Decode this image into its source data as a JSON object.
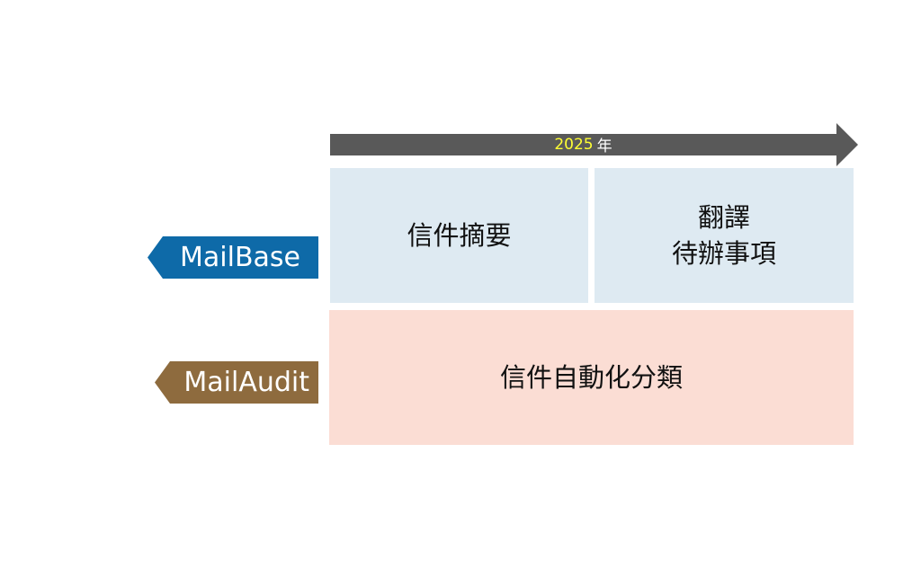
{
  "timeline": {
    "year": "2025",
    "unit": "年",
    "color": "#595959"
  },
  "rows": [
    {
      "label": "MailBase",
      "color": "#0e6aa8"
    },
    {
      "label": "MailAudit",
      "color": "#8e6b3e"
    }
  ],
  "cells": {
    "summary": "信件摘要",
    "translate_line1": "翻譯",
    "translate_line2": "待辦事項",
    "classify": "信件自動化分類"
  }
}
